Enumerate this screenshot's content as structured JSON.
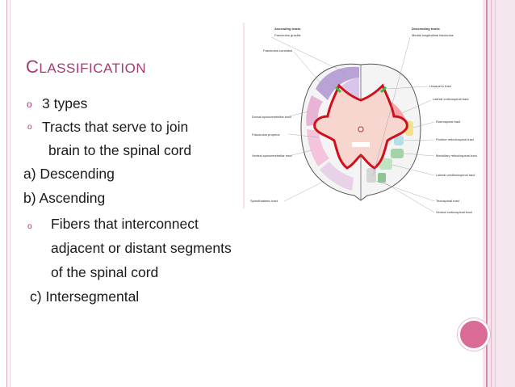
{
  "slide": {
    "title_first_letter": "C",
    "title_rest": "lassification",
    "lines": [
      {
        "text": "3 types"
      },
      {
        "text": "Tracts that serve to join"
      },
      {
        "text": "brain to the spinal cord"
      },
      {
        "text": "a) Descending"
      },
      {
        "text": "b) Ascending"
      },
      {
        "text": "Fibers that interconnect"
      },
      {
        "text": "adjacent or distant segments"
      },
      {
        "text": "of the spinal cord"
      },
      {
        "text": "c) Intersegmental"
      }
    ]
  },
  "figure": {
    "left_header": "Ascending tracts",
    "right_header": "Descending tracts",
    "labels": {
      "fasciculus_gracilis": "Fasciculus gracilis",
      "fasciculus_cuneatus": "Fasciculus cuneatus",
      "dorsal_spinocerebellar": "Dorsal spinocerebellar tract",
      "fasciculus_proprius": "Fasciculus proprius",
      "ventral_spinocerebellar": "Ventral spinocerebellar tract",
      "spinothalamic": "Spinothalamic tract",
      "medial_longitudinal": "Medial longitudinal fasciculus",
      "lissauers": "Lissauer's tract",
      "lateral_corticospinal": "Lateral corticospinal tract",
      "rubrospinal": "Rubrospinal tract",
      "pontine_reticulospinal": "Pontine reticulospinal tract",
      "medullary_reticulospinal": "Medullary reticulospinal tract",
      "lateral_vestibulospinal": "Lateral vestibulospinal tract",
      "tectospinal": "Tectospinal tract",
      "ventral_corticospinal": "Ventral corticospinal tract"
    }
  },
  "colors": {
    "title": "#a33a73",
    "accent": "#d96b96",
    "gray_matter_outline": "#d10f1a"
  }
}
